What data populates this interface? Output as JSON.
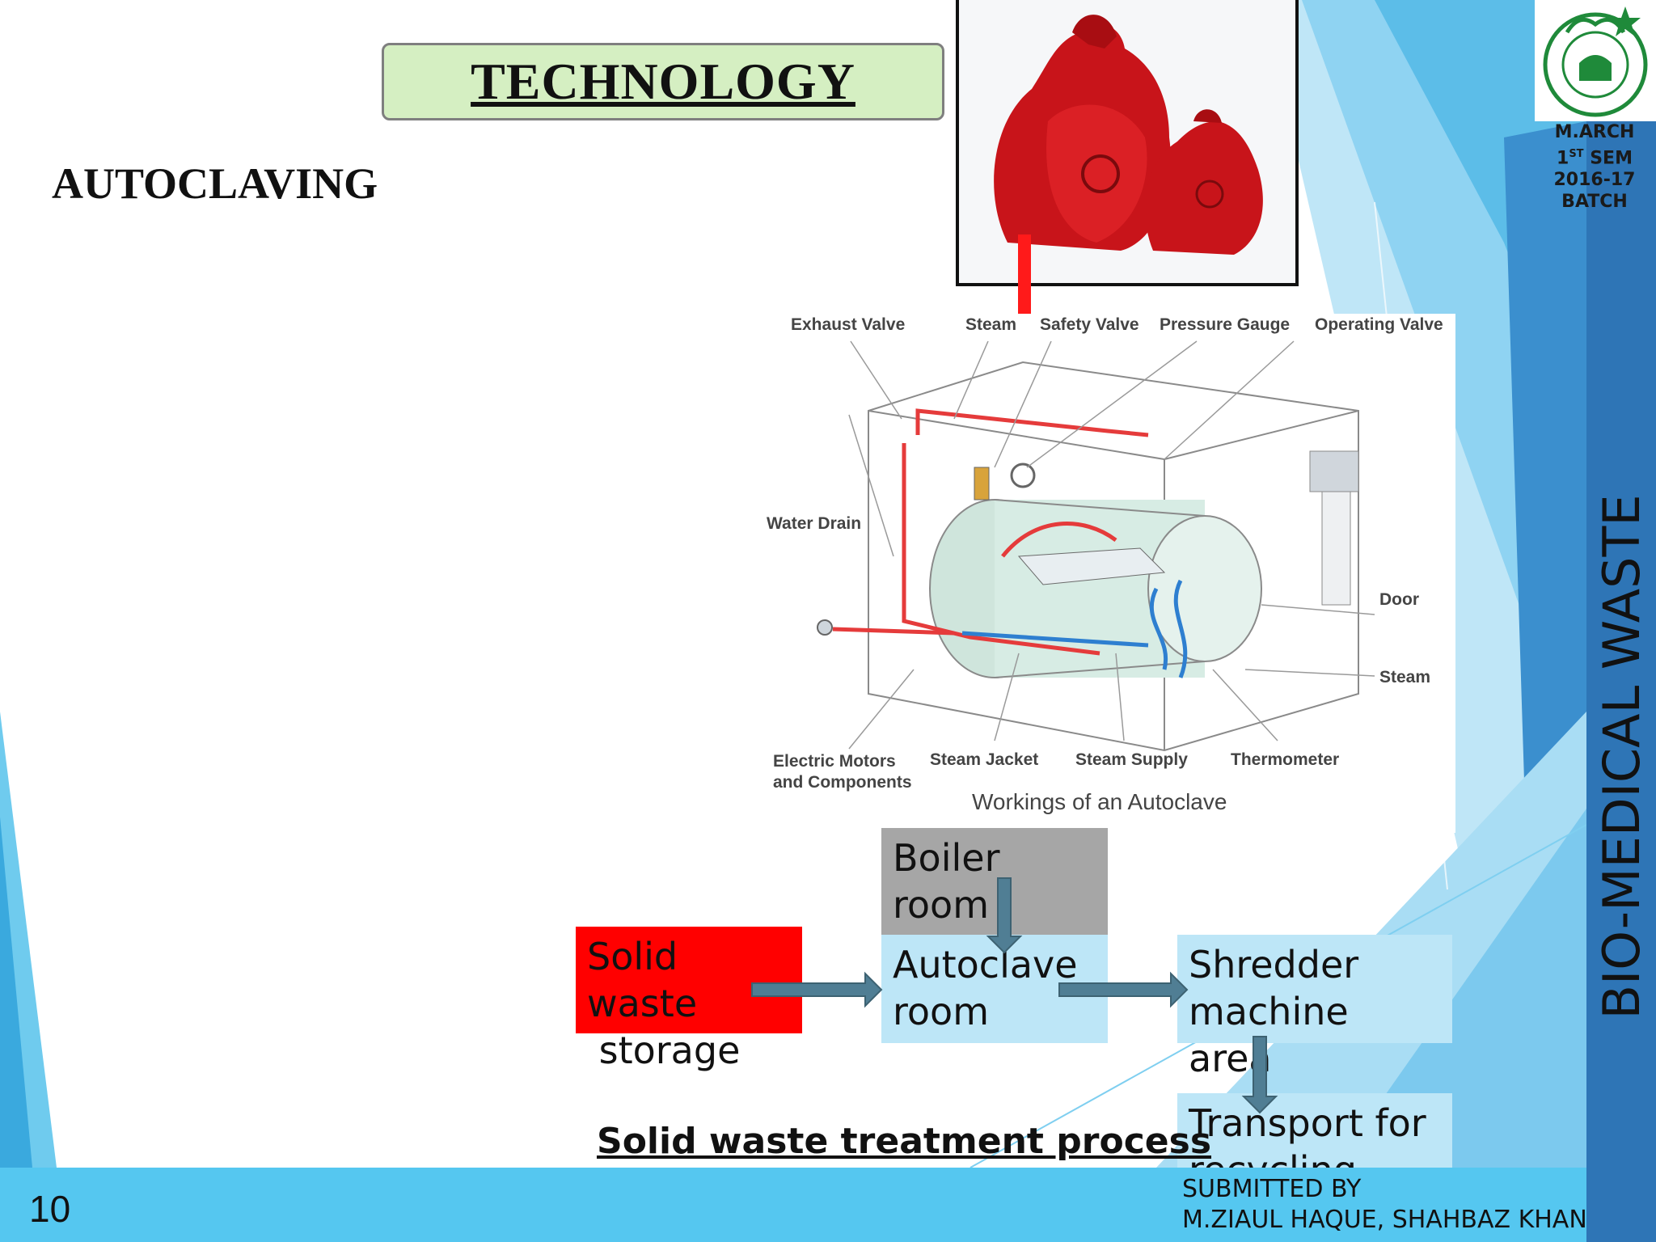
{
  "slide": {
    "title": "TECHNOLOGY",
    "subtitle": "AUTOCLAVING",
    "page_number": "10"
  },
  "sidebar": {
    "course_line1": "M.ARCH",
    "course_line2_num": "1",
    "course_line2_sup": "ST",
    "course_line2_rest": " SEM",
    "course_line3": "2016-17",
    "course_line4": "BATCH",
    "vertical_title": "BIO-MEDICAL WASTE"
  },
  "autoclave_diagram": {
    "labels": {
      "exhaust_valve": "Exhaust Valve",
      "steam_top": "Steam",
      "safety_valve": "Safety Valve",
      "pressure_gauge": "Pressure Gauge",
      "operating_valve": "Operating Valve",
      "water_drain": "Water Drain",
      "door": "Door",
      "steam_right": "Steam",
      "electric_motors_1": "Electric Motors",
      "electric_motors_2": "and Components",
      "steam_jacket": "Steam Jacket",
      "steam_supply": "Steam Supply",
      "thermometer": "Thermometer"
    },
    "caption": "Workings of an Autoclave"
  },
  "flowchart": {
    "storage_1": "Solid waste",
    "storage_2": " storage",
    "boiler_1": "Boiler",
    "boiler_2": "room",
    "autoclave_1": "Autoclave",
    "autoclave_2": "room",
    "shredder_1": "Shredder",
    "shredder_2": "machine area",
    "transport_1": "Transport for",
    "transport_2": "recycling",
    "title": "Solid waste treatment process"
  },
  "footer": {
    "submitted_label": "SUBMITTED BY",
    "authors": "M.ZIAUL HAQUE, SHAHBAZ KHAN"
  },
  "colors": {
    "accent_blue": "#2e75b6",
    "light_blue": "#55c7f0",
    "box_blue": "#bde6f7",
    "storage_red": "#ff0000",
    "boiler_gray": "#a6a6a6",
    "title_green": "#d5efc2"
  }
}
